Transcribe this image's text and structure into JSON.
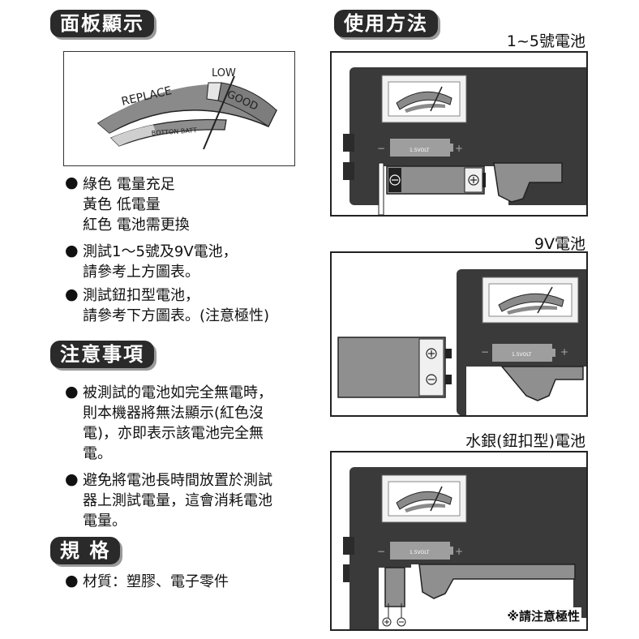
{
  "left": {
    "panel_display_title": "面板顯示",
    "meter": {
      "low": "LOW",
      "replace": "REPLACE",
      "good": "GOOD",
      "button_batt": "BOTTON BATT"
    },
    "colors_bullet": {
      "line1": "綠色 電量充足",
      "line2": "黃色 低電量",
      "line3": "紅色 電池需更換"
    },
    "test_aa_bullet": {
      "line1": "測試1～5號及9V電池，",
      "line2": "請參考上方圖表。"
    },
    "test_button_bullet": {
      "line1": "測試鈕扣型電池，",
      "line2": "請參考下方圖表。(注意極性)"
    },
    "notes_title": "注意事項",
    "note1": {
      "line1": "被測試的電池如完全無電時，",
      "line2": "則本機器將無法顯示(紅色沒",
      "line3": "電)，亦即表示該電池完全無",
      "line4": "電。"
    },
    "note2": {
      "line1": "避免將電池長時間放置於測試",
      "line2": "器上測試電量，這會消耗電池",
      "line3": "電量。"
    },
    "spec_title": "規 格",
    "spec_material": "材質：塑膠、電子零件"
  },
  "right": {
    "usage_title": "使用方法",
    "caption_aa": "1~5號電池",
    "caption_9v": "9V電池",
    "caption_button": "水銀(鈕扣型)電池",
    "volt_label": "1.5VOLT",
    "minus": "−",
    "plus": "+",
    "polarity_note": "※請注意極性"
  },
  "colors": {
    "device": "#3a3a3a",
    "label_grey": "#9e9e9e",
    "battery_grey": "#8f8f8f",
    "header_bg": "#2a2a2a"
  }
}
